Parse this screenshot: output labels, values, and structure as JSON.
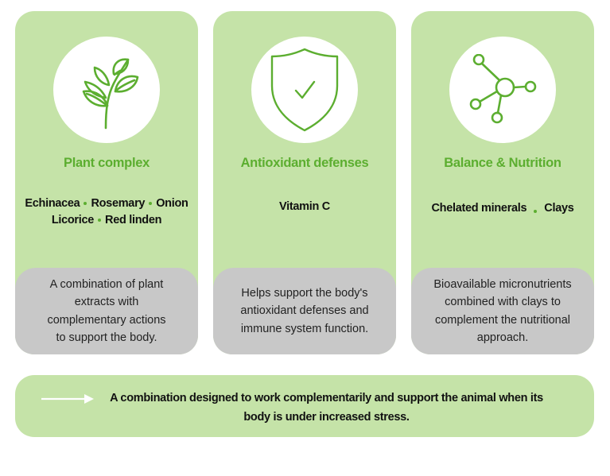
{
  "colors": {
    "card_bg": "#c5e3a8",
    "accent_green": "#5cae30",
    "desc_bg": "#c8c8c8"
  },
  "cards": [
    {
      "icon": "plant-leaves-icon",
      "title": "Plant complex",
      "ingredients_line1": [
        "Echinacea",
        "Rosemary",
        "Onion"
      ],
      "ingredients_line2": [
        "Licorice",
        "Red linden"
      ],
      "description": [
        "A combination of plant",
        "extracts with",
        "complementary actions",
        "to support the body."
      ]
    },
    {
      "icon": "shield-check-icon",
      "title": "Antioxidant defenses",
      "ingredients_line1": [
        "Vitamin C"
      ],
      "description": [
        "Helps support the body's",
        "antioxidant defenses and",
        "immune system function."
      ]
    },
    {
      "icon": "molecule-network-icon",
      "title": "Balance & Nutrition",
      "ingredients_line1": [
        "Chelated minerals",
        "Clays"
      ],
      "description": [
        "Bioavailable micronutrients",
        "combined with clays to",
        "complement the nutritional",
        "approach."
      ]
    }
  ],
  "banner": {
    "icon": "arrow-right-icon",
    "line1": "A combination designed to work complementarily and support the animal when its",
    "line2": "body is under increased stress."
  }
}
